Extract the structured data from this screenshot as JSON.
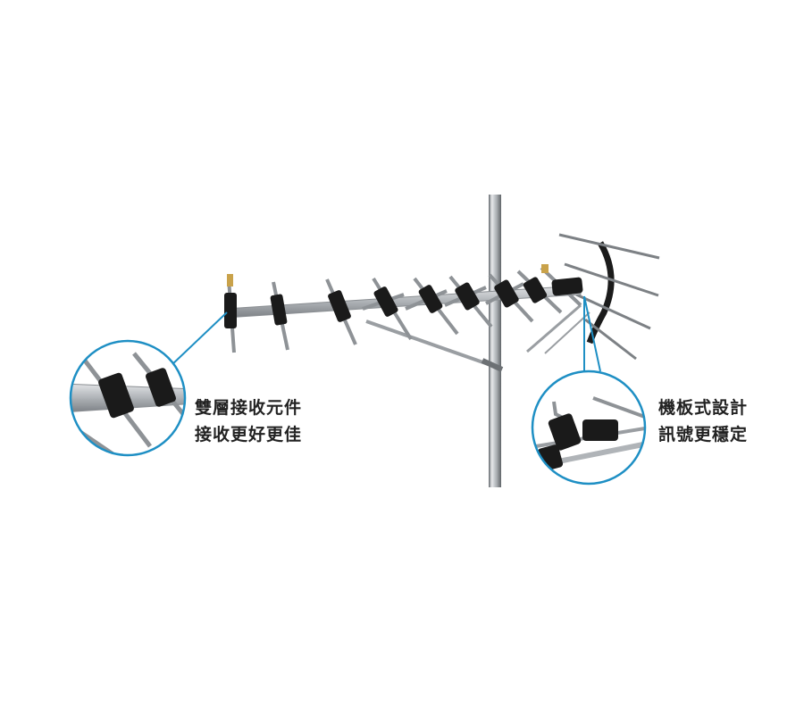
{
  "callouts": {
    "left": {
      "line1": "雙層接收元件",
      "line2": "接收更好更佳"
    },
    "right": {
      "line1": "機板式設計",
      "line2": "訊號更穩定"
    }
  },
  "colors": {
    "callout_ring": "#1e8fc4",
    "mast": "#9ea3a8",
    "boom": "#b8bcc0",
    "element_black": "#1a1a1a",
    "rod": "#8e9296"
  }
}
